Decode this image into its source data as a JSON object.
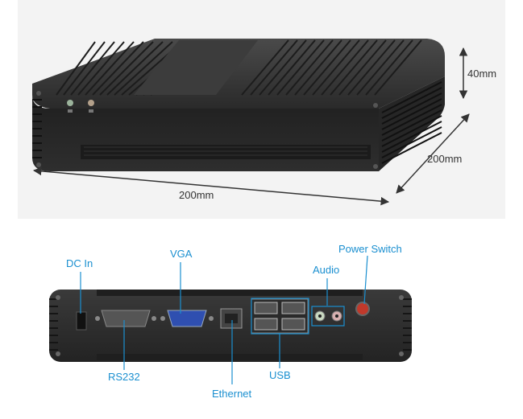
{
  "dimensions": {
    "height": "40mm",
    "depth": "200mm",
    "width": "200mm"
  },
  "ports": {
    "dc_in": "DC In",
    "vga": "VGA",
    "audio": "Audio",
    "power_switch": "Power Switch",
    "rs232": "RS232",
    "ethernet": "Ethernet",
    "usb": "USB"
  },
  "colors": {
    "background_top": "#f3f3f3",
    "case_body": "#2b2b2b",
    "case_top": "#3a3a3a",
    "callout": "#1a8fd0",
    "dimension_line": "#333333",
    "vga_port": "#2f4fb0",
    "power_button": "#c0392b"
  },
  "icons": [
    "front-led-icon",
    "hdd-led-icon"
  ]
}
